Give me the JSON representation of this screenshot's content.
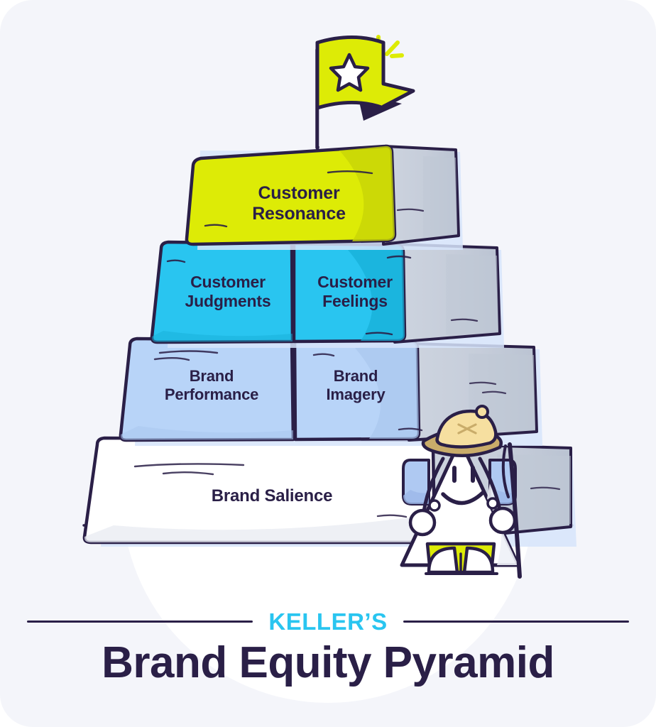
{
  "meta": {
    "background_color": "#F4F5FA",
    "ink_color": "#2A1F47"
  },
  "palette": {
    "chartreuse": "#DDEB06",
    "cyan": "#29C5F0",
    "light_blue": "#B8D4F8",
    "white_block": "#FFFFFF",
    "grey_side": "#CBD2DE",
    "grey_side_shade": "#BCC5D4",
    "shadow_blue": "#D6E4FA",
    "arch_white": "#FFFFFF",
    "hat_tan": "#F6DFA0",
    "hat_brim": "#C9AC6A",
    "backpack_blue": "#AFC9F2"
  },
  "flag": {
    "icon": "flag-with-star-icon",
    "star_icon": "star-icon",
    "sparkle_icon": "sparkle-lines-icon",
    "flag_color": "#DDEB06",
    "star_color": "#FFFFFF"
  },
  "character": {
    "name": "hiker-mascot",
    "hat_icon": "safari-hat-icon",
    "backpack_icon": "backpack-icon",
    "stick_icon": "walking-stick-icon",
    "face_icon": "smiley-face-icon",
    "shorts_color": "#DDEB06"
  },
  "pyramid": {
    "tiers": [
      {
        "level": 4,
        "name": "resonance",
        "color": "#DDEB06",
        "blocks": [
          {
            "label": "Customer\nResonance",
            "name": "customer-resonance"
          }
        ]
      },
      {
        "level": 3,
        "name": "response",
        "color": "#29C5F0",
        "blocks": [
          {
            "label": "Customer\nJudgments",
            "name": "customer-judgments"
          },
          {
            "label": "Customer\nFeelings",
            "name": "customer-feelings"
          }
        ]
      },
      {
        "level": 2,
        "name": "meaning",
        "color": "#B8D4F8",
        "blocks": [
          {
            "label": "Brand\nPerformance",
            "name": "brand-performance"
          },
          {
            "label": "Brand\nImagery",
            "name": "brand-imagery"
          }
        ]
      },
      {
        "level": 1,
        "name": "identity",
        "color": "#FFFFFF",
        "blocks": [
          {
            "label": "Brand Salience",
            "name": "brand-salience"
          }
        ]
      }
    ],
    "labels": {
      "resonance": "Customer\nResonance",
      "judgments": "Customer\nJudgments",
      "feelings": "Customer\nFeelings",
      "performance": "Brand\nPerformance",
      "imagery": "Brand\nImagery",
      "salience": "Brand Salience"
    }
  },
  "footer": {
    "eyebrow": "KELLER’S",
    "title": "Brand Equity Pyramid"
  }
}
